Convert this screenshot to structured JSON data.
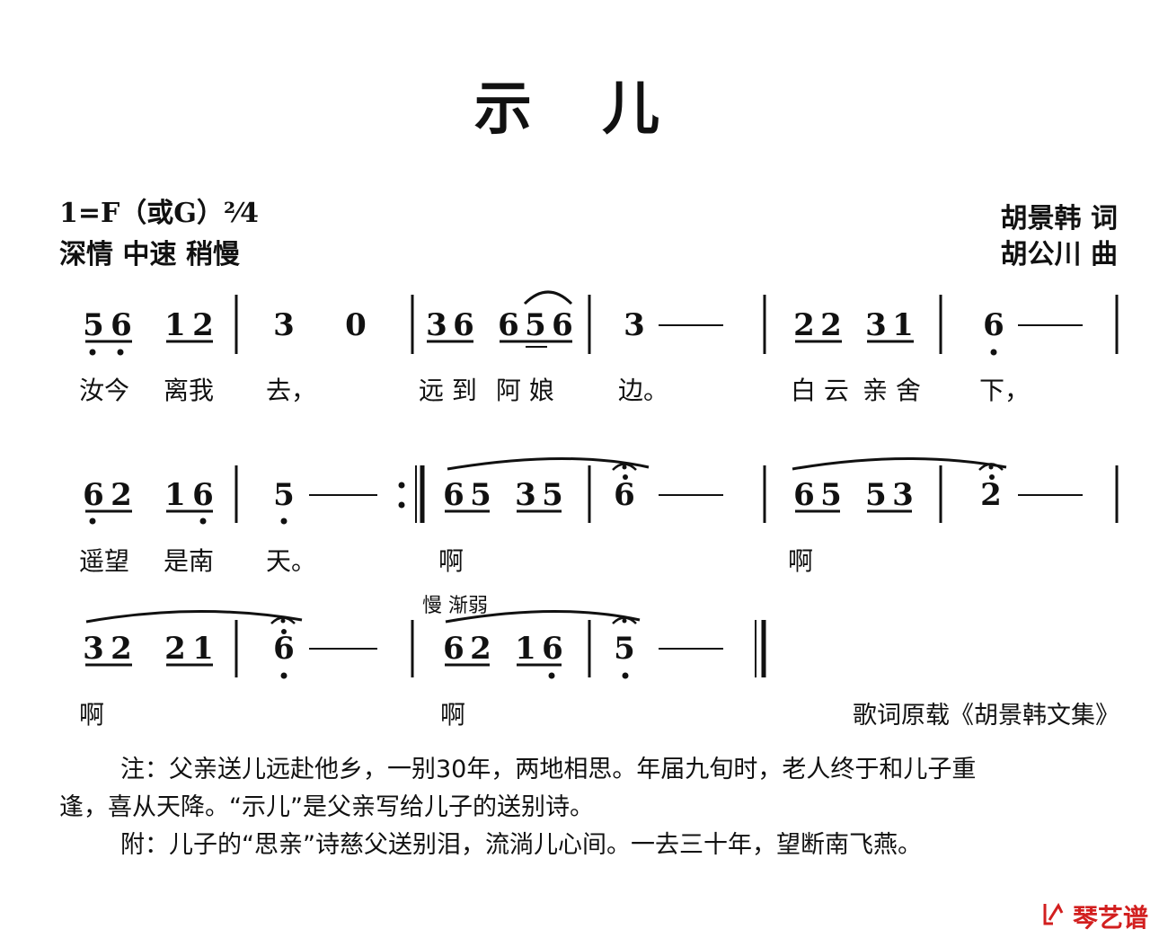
{
  "title": "示 儿",
  "key_signature": "1=F（或G）",
  "time_signature": "²⁄4",
  "tempo": "深情  中速  稍慢",
  "lyricist": "胡景韩 词",
  "composer": "胡公川 曲",
  "expression_mark": "慢 渐弱",
  "source": "歌词原载《胡景韩文集》",
  "notes": [
    "注：父亲送儿远赴他乡，一别30年，两地相思。年届九旬时，老人终于和儿子重",
    "逢，喜从天降。“示儿”是父亲写给儿子的送别诗。",
    "附：儿子的“思亲”诗慈父送别泪，流淌儿心间。一去三十年，望断南飞燕。"
  ],
  "brand": "琴艺谱",
  "staves": [
    {
      "notes": [
        "5",
        "6",
        "1",
        "2",
        "3",
        "0",
        "3",
        "6",
        "6",
        "5",
        "6",
        "3",
        "2",
        "2",
        "3",
        "1",
        "6"
      ],
      "lyrics": [
        "汝今",
        "离我",
        "去，",
        "远 到",
        "阿 娘",
        "边。",
        "白 云",
        "亲 舍",
        "下，"
      ]
    },
    {
      "notes": [
        "6",
        "2",
        "1",
        "6",
        "5",
        "6",
        "5",
        "3",
        "5",
        "6",
        "6",
        "5",
        "5",
        "3",
        "2"
      ],
      "lyrics": [
        "遥望",
        "是南",
        "天。",
        "啊",
        "啊"
      ]
    },
    {
      "notes": [
        "3",
        "2",
        "2",
        "1",
        "6",
        "6",
        "2",
        "1",
        "6",
        "5"
      ],
      "lyrics": [
        "啊",
        "啊"
      ]
    }
  ]
}
